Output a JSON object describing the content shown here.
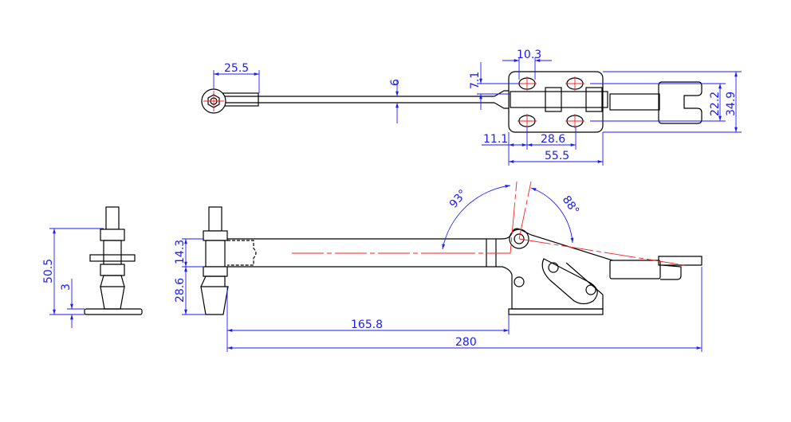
{
  "drawing": {
    "top_view": {
      "dim_eye_to_fork": "25.5",
      "dim_rod": "6",
      "dim_slot_width": "10.3",
      "dim_slot_offset": "7.1",
      "dim_edge_to_hole": "11.1",
      "dim_hole_spacing_x": "28.6",
      "dim_plate_length": "55.5",
      "dim_hole_spacing_y": "22.2",
      "dim_plate_width": "34.9"
    },
    "side_view": {
      "angle_open": "93°",
      "angle_handle": "88°",
      "dim_rod_height": "14.3",
      "dim_spindle_height": "28.6",
      "dim_reach": "165.8",
      "dim_overall_length": "280"
    },
    "end_view": {
      "dim_total_height": "50.5",
      "dim_base_thickness": "3"
    }
  }
}
